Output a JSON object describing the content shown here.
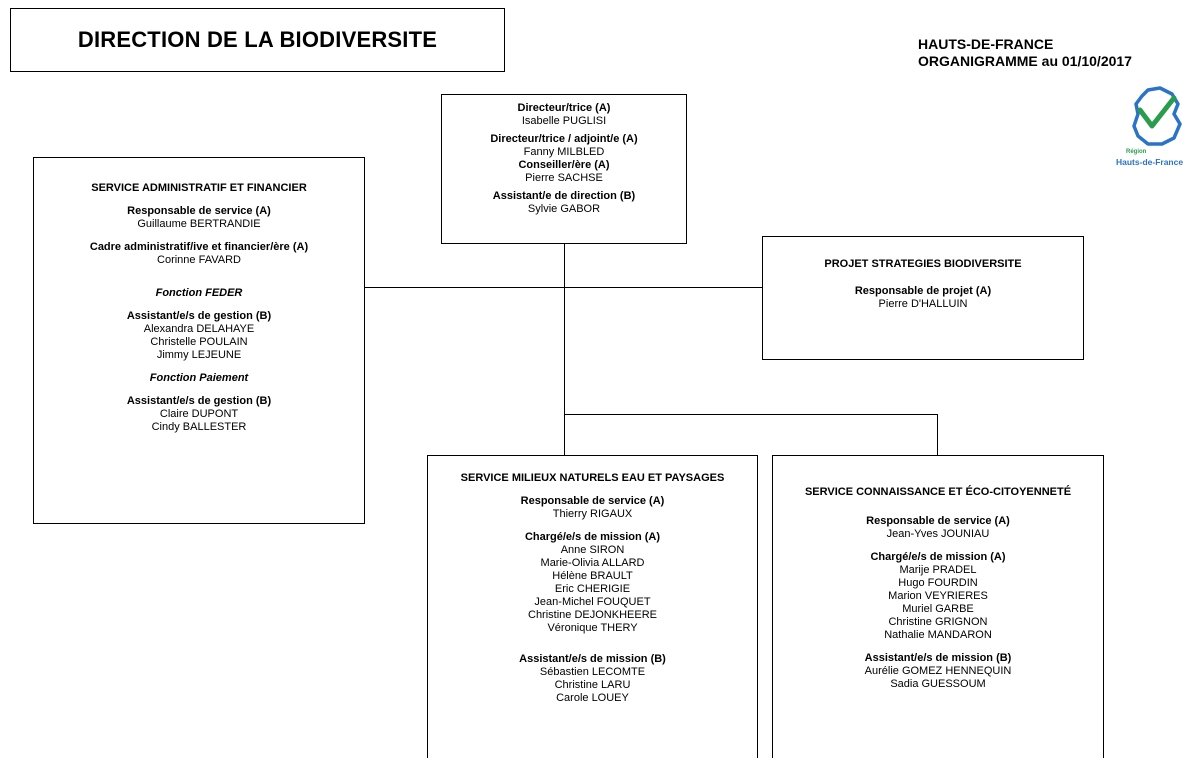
{
  "header": {
    "title": "DIRECTION DE LA BIODIVERSITE",
    "region_line1": "HAUTS-DE-FRANCE",
    "region_line2": "ORGANIGRAMME au 01/10/2017",
    "logo_text_small": "Région",
    "logo_text_big": "Hauts-de-France"
  },
  "direction": {
    "role1": "Directeur/trice (A)",
    "name1": "Isabelle PUGLISI",
    "role2": "Directeur/trice / adjoint/e (A)",
    "name2": "Fanny MILBLED",
    "role3": "Conseiller/ère (A)",
    "name3": "Pierre SACHSE",
    "role4": "Assistant/e de direction (B)",
    "name4": "Sylvie GABOR"
  },
  "admin": {
    "title": "SERVICE ADMINISTRATIF ET FINANCIER",
    "role1": "Responsable de service (A)",
    "name1": "Guillaume BERTRANDIE",
    "role2": "Cadre administratif/ive et financier/ère (A)",
    "name2": "Corinne FAVARD",
    "section1": "Fonction FEDER",
    "role3": "Assistant/e/s de gestion  (B)",
    "names3": [
      "Alexandra DELAHAYE",
      "Christelle POULAIN",
      "Jimmy LEJEUNE"
    ],
    "section2": "Fonction Paiement",
    "role4": "Assistant/e/s de gestion (B)",
    "names4": [
      "Claire DUPONT",
      "Cindy BALLESTER"
    ]
  },
  "projet": {
    "title": "PROJET STRATEGIES BIODIVERSITE",
    "role1": "Responsable de projet (A)",
    "name1": "Pierre D'HALLUIN"
  },
  "milieux": {
    "title": "SERVICE MILIEUX NATURELS EAU ET PAYSAGES",
    "role1": "Responsable de service (A)",
    "name1": "Thierry RIGAUX",
    "role2": "Chargé/e/s de mission (A)",
    "names2": [
      "Anne SIRON",
      "Marie-Olivia ALLARD",
      "Hélène BRAULT",
      "Eric CHERIGIE",
      "Jean-Michel FOUQUET",
      "Christine DEJONKHEERE",
      "Véronique THERY"
    ],
    "role3": "Assistant/e/s de mission (B)",
    "names3": [
      "Sébastien LECOMTE",
      "Christine LARU",
      "Carole LOUEY"
    ]
  },
  "connaissance": {
    "title": "SERVICE CONNAISSANCE ET ÉCO-CITOYENNETÉ",
    "role1": "Responsable de service (A)",
    "name1": "Jean-Yves JOUNIAU",
    "role2": "Chargé/e/s de mission (A)",
    "names2": [
      "Marije PRADEL",
      "Hugo FOURDIN",
      "Marion VEYRIERES",
      "Muriel GARBE",
      "Christine GRIGNON",
      "Nathalie MANDARON"
    ],
    "role3": "Assistant/e/s de mission (B)",
    "names3": [
      "Aurélie GOMEZ HENNEQUIN",
      "Sadia GUESSOUM"
    ]
  },
  "colors": {
    "logo_green": "#2a9d4c",
    "logo_blue": "#2a73c8"
  },
  "icons": {
    "logo": "region-hauts-de-france-logo"
  }
}
